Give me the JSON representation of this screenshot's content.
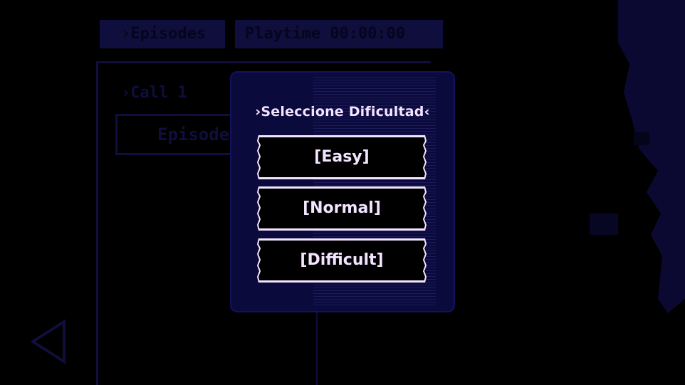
{
  "background": {
    "episodes_tab": "›Episodes",
    "playtime_label": "Playtime 00:00:00",
    "call_label": "›Call 1",
    "episode_box_label": "Episode"
  },
  "dialog": {
    "title": "›Seleccione Dificultad‹",
    "options": [
      {
        "label": "[Easy]"
      },
      {
        "label": "[Normal]"
      },
      {
        "label": "[Difficult]"
      }
    ]
  },
  "colors": {
    "background": "#000000",
    "panel": "#0b0a3c",
    "accent_dim": "#1c1a6e",
    "text": "#f3e4ff"
  },
  "icons": [
    "back-arrow-icon"
  ]
}
